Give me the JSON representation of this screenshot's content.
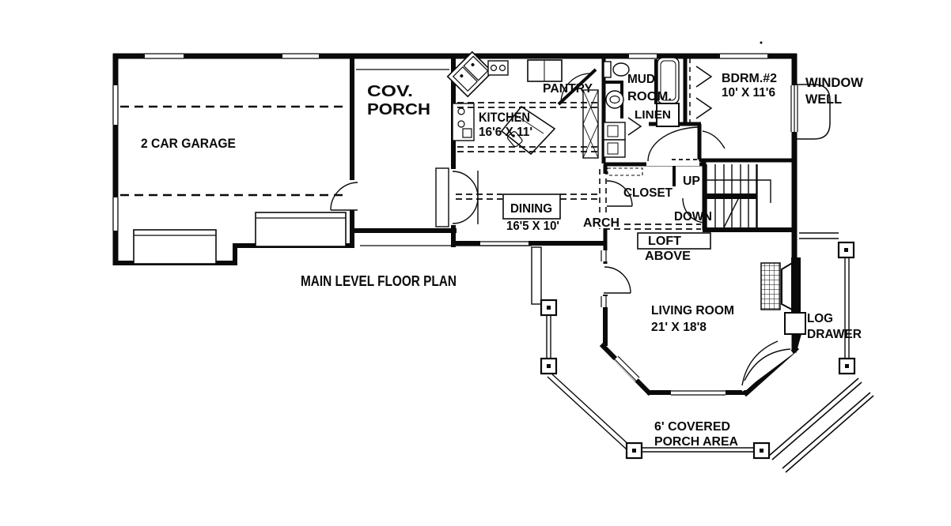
{
  "plan": {
    "title": "MAIN LEVEL FLOOR PLAN",
    "rooms": {
      "garage": {
        "name": "2 CAR GARAGE"
      },
      "cov_porch": {
        "name_line1": "COV.",
        "name_line2": "PORCH"
      },
      "kitchen": {
        "name": "KITCHEN",
        "dimensions": "16'6 X 11'"
      },
      "pantry": {
        "name": "PANTRY"
      },
      "mud_room": {
        "name_line1": "MUD",
        "name_line2": "ROOM."
      },
      "linen": {
        "name": "LINEN"
      },
      "bedroom_2": {
        "name": "BDRM.#2",
        "dimensions": "10' X 11'6"
      },
      "closet": {
        "name": "CLOSET"
      },
      "dining": {
        "name": "DINING",
        "dimensions": "16'5 X 10'"
      },
      "living_room": {
        "name": "LIVING ROOM",
        "dimensions": "21' X 18'8"
      },
      "loft": {
        "name_line1": "LOFT",
        "name_line2": "ABOVE"
      },
      "covered_porch": {
        "name_line1": "6' COVERED",
        "name_line2": "PORCH AREA"
      }
    },
    "features": {
      "window_well": {
        "name_line1": "WINDOW",
        "name_line2": "WELL"
      },
      "arch": {
        "name": "ARCH"
      },
      "stairs_up": {
        "name": "UP"
      },
      "stairs_down": {
        "name": "DOWN"
      },
      "log_drawer": {
        "name_line1": "LOG",
        "name_line2": "DRAWER"
      }
    },
    "colors": {
      "ink": "#0a0a0a",
      "paper": "#ffffff"
    }
  }
}
